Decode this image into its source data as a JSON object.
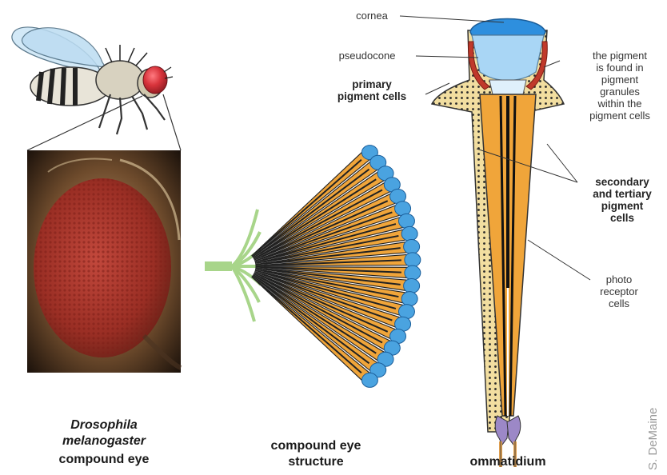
{
  "labels": {
    "cornea": "cornea",
    "pseudocone": "pseudocone",
    "primary_pigment": "primary\npigment cells",
    "pigment_granules": "the pigment\nis found in\npigment\ngranules\nwithin the\npigment cells",
    "secondary_tertiary": "secondary\nand tertiary\npigment\ncells",
    "photoreceptor": "photo\nreceptor\ncells"
  },
  "captions": {
    "drosophila_species": "Drosophila\nmelanogaster",
    "drosophila_eye": "compound eye",
    "structure": "compound eye\nstructure",
    "ommatidium": "ommatidium"
  },
  "credit": "S. DeMaine",
  "colors": {
    "lens_blue": "#4aa3e0",
    "rhabdom_orange": "#f0a53a",
    "pigment_cream": "#f2dea0",
    "axon_green": "#a8d58a",
    "fly_eye_red": "#d8333b"
  }
}
